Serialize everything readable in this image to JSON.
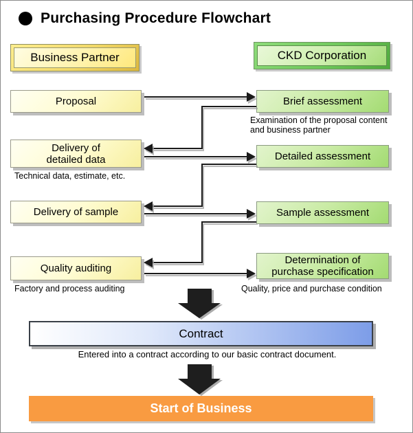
{
  "title": {
    "bullet": "●",
    "text": "Purchasing Procedure Flowchart"
  },
  "headers": {
    "left": "Business Partner",
    "right": "CKD Corporation"
  },
  "flow": {
    "row1": {
      "left": "Proposal",
      "right": "Brief assessment",
      "right_caption_line1": "Examination of the proposal content",
      "right_caption_line2": "and business partner"
    },
    "row2": {
      "left_line1": "Delivery of",
      "left_line2": "detailed data",
      "right": "Detailed assessment",
      "left_caption": "Technical data, estimate, etc."
    },
    "row3": {
      "left": "Delivery of sample",
      "right": "Sample assessment"
    },
    "row4": {
      "left": "Quality auditing",
      "right_line1": "Determination of",
      "right_line2": "purchase specification",
      "left_caption": "Factory and process auditing",
      "right_caption": "Quality, price and purchase condition"
    }
  },
  "contract": {
    "label": "Contract",
    "caption": "Entered into a contract according to our basic contract document."
  },
  "start_of_business": {
    "label": "Start of Business"
  },
  "colors": {
    "yellow_box_light": "#FFFFF2",
    "yellow_box_dark": "#F7EF9F",
    "green_box_light": "#E2F4CC",
    "green_box_dark": "#A3DB72",
    "header_yellow_frame": "#F2D969",
    "header_green_frame": "#6FC95C",
    "contract_blue": "#7D9DE8",
    "start_orange": "#F99B41",
    "connector_black": "#1A1A1A"
  }
}
